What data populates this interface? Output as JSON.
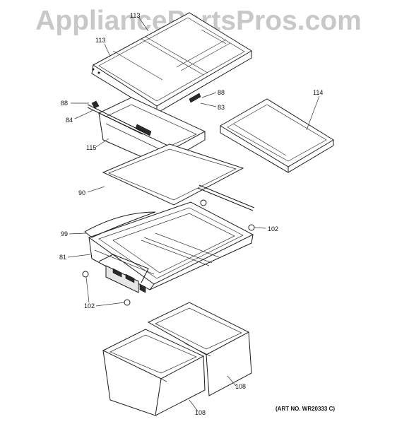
{
  "watermark": "AppliancePartsPros.com",
  "art_number": "(ART NO. WR20333 C)",
  "labels": {
    "l113a": "113",
    "l113b": "113",
    "l88a": "88",
    "l88b": "88",
    "l84": "84",
    "l83": "83",
    "l114": "114",
    "l115": "115",
    "l90": "90",
    "l99": "99",
    "l102a": "102",
    "l81": "81",
    "l102b": "102",
    "l108a": "108",
    "l108b": "108"
  }
}
